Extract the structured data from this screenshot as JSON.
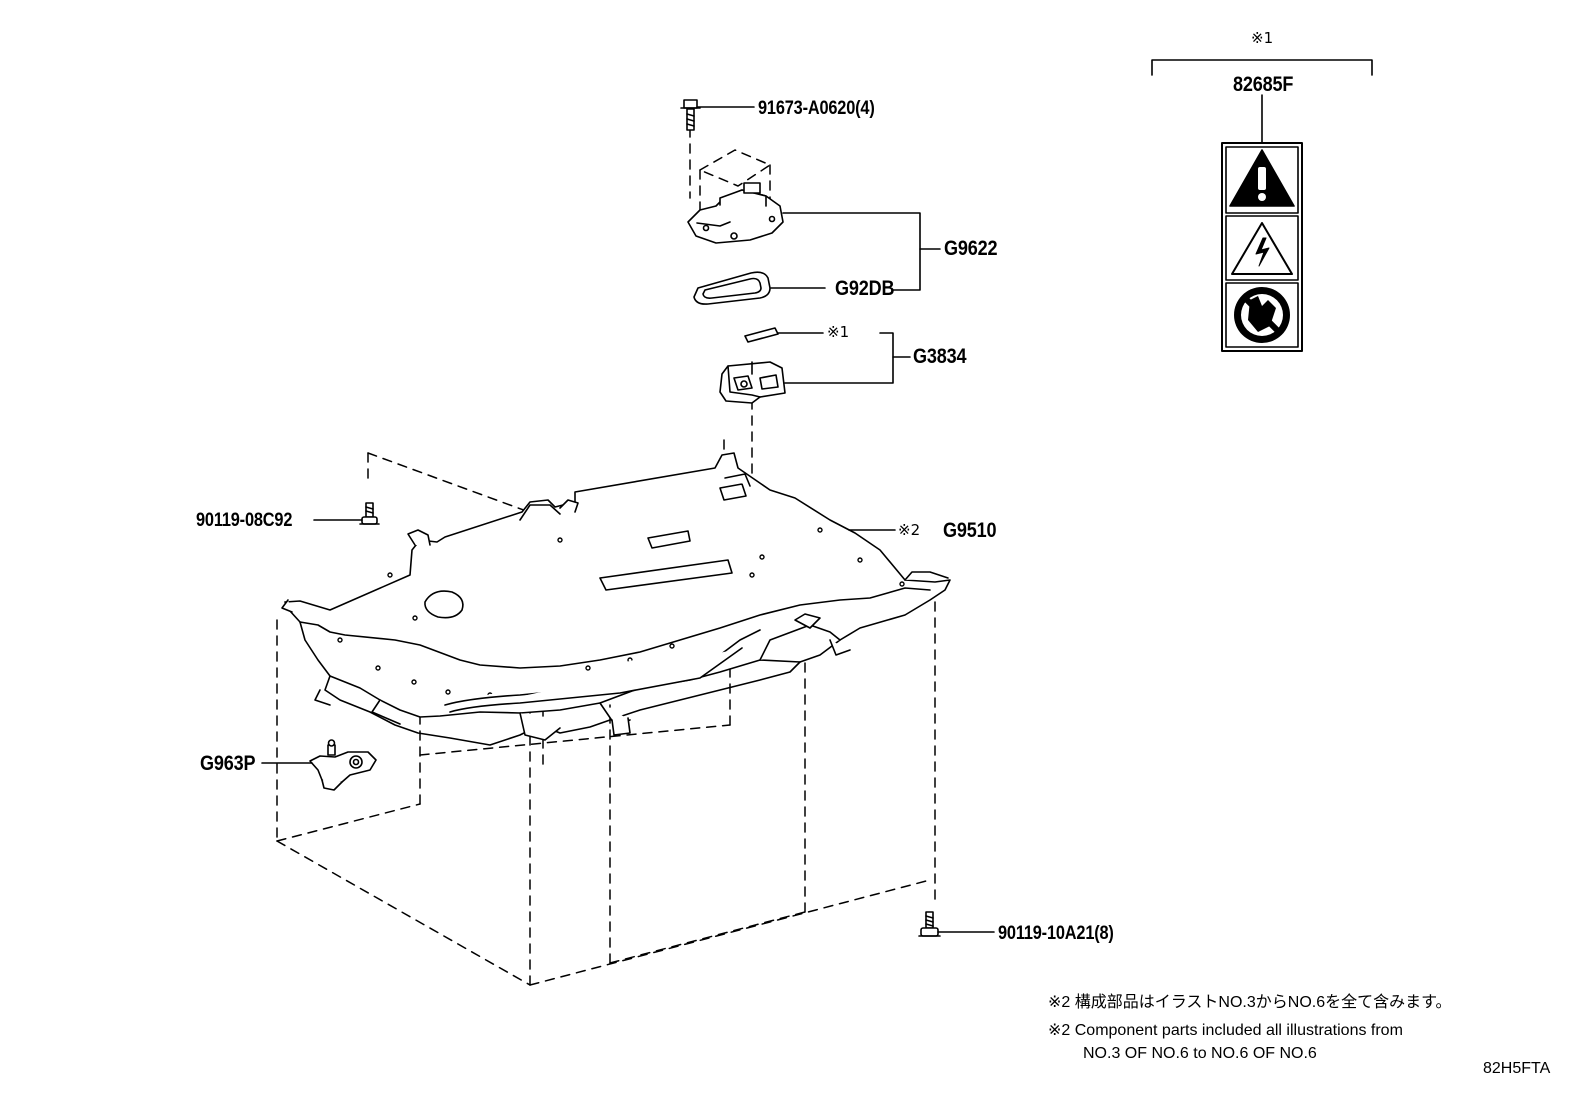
{
  "labels": {
    "bolt_top": "91673-A0620(4)",
    "cover_assy": "G9622",
    "gasket": "G92DB",
    "label_ref": "※1",
    "connector": "G3834",
    "battery_assy_mark": "※2",
    "battery_assy": "G9510",
    "bolt_left": "90119-08C92",
    "sensor": "G963P",
    "bolt_bottom": "90119-10A21(8)"
  },
  "legend": {
    "mark": "※1",
    "part": "82685F",
    "icons": [
      "warning-icon",
      "high-voltage-icon",
      "no-touch-icon"
    ]
  },
  "notes": {
    "line1": "※2 構成部品はイラストNO.3からNO.6を全て含みます。",
    "line2": "※2 Component parts included all illustrations from",
    "line3": "NO.3 OF NO.6 to NO.6 OF NO.6"
  },
  "diagram_code": "82H5FTA"
}
